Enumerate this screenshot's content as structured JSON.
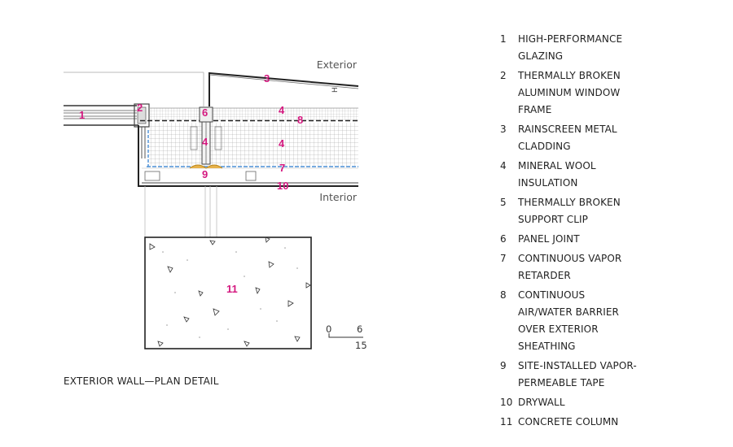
{
  "diagram": {
    "exterior_label": "Exterior",
    "interior_label": "Interior",
    "callouts": [
      "1",
      "2",
      "3",
      "4",
      "6",
      "8",
      "4",
      "4",
      "7",
      "9",
      "10",
      "11"
    ],
    "scale": {
      "zero": "0",
      "six": "6",
      "fifteen": "15"
    },
    "caption": "EXTERIOR WALL—PLAN DETAIL",
    "accent_color": "#d4187f",
    "vapor_line_color": "#4a8fd6"
  },
  "legend": [
    {
      "num": "1",
      "text": "HIGH-PERFORMANCE GLAZING"
    },
    {
      "num": "2",
      "text": "THERMALLY BROKEN ALUMINUM WINDOW FRAME"
    },
    {
      "num": "3",
      "text": "RAINSCREEN METAL CLADDING"
    },
    {
      "num": "4",
      "text": "MINERAL WOOL INSULATION"
    },
    {
      "num": "5",
      "text": "THERMALLY BROKEN SUPPORT CLIP"
    },
    {
      "num": "6",
      "text": "PANEL JOINT"
    },
    {
      "num": "7",
      "text": "CONTINUOUS VAPOR RETARDER"
    },
    {
      "num": "8",
      "text": "CONTINUOUS AIR/WATER BARRIER OVER EXTERIOR SHEATHING"
    },
    {
      "num": "9",
      "text": "SITE-INSTALLED VAPOR-PERMEABLE TAPE"
    },
    {
      "num": "10",
      "text": "DRYWALL"
    },
    {
      "num": "11",
      "text": "CONCRETE COLUMN"
    }
  ]
}
